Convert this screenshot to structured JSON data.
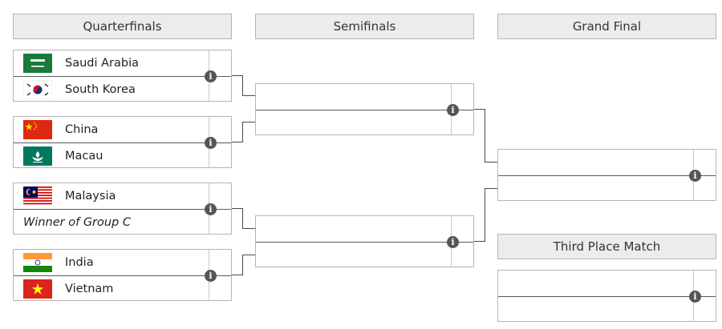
{
  "columns": {
    "quarterfinals": "Quarterfinals",
    "semifinals": "Semifinals",
    "grand_final": "Grand Final",
    "third_place": "Third Place Match"
  },
  "info_glyph": "i",
  "quarterfinals": [
    {
      "team1": "Saudi Arabia",
      "flag1": "saudi-arabia-flag",
      "team2": "South Korea",
      "flag2": "south-korea-flag"
    },
    {
      "team1": "China",
      "flag1": "china-flag",
      "team2": "Macau",
      "flag2": "macau-flag"
    },
    {
      "team1": "Malaysia",
      "flag1": "malaysia-flag",
      "team2": "Winner of Group C",
      "flag2": ""
    },
    {
      "team1": "India",
      "flag1": "india-flag",
      "team2": "Vietnam",
      "flag2": "vietnam-flag"
    }
  ]
}
